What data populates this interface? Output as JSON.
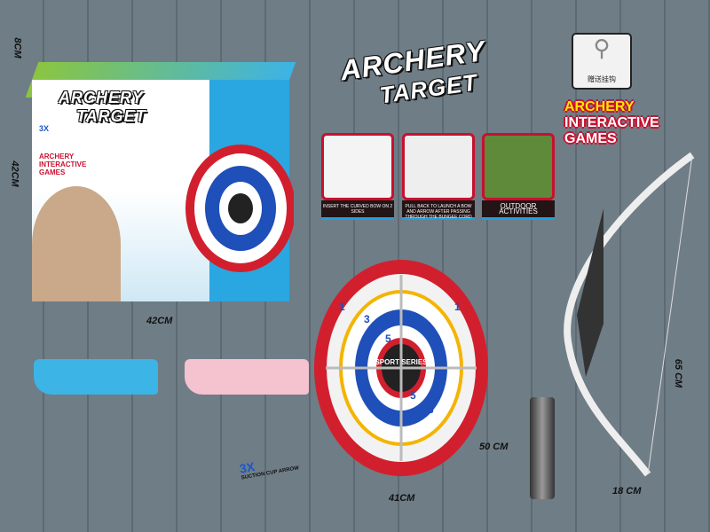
{
  "logo": {
    "line1": "ARCHERY",
    "line2": "TARGET"
  },
  "tagline": {
    "line1": "ARCHERY",
    "line2": "INTERACTIVE",
    "line3": "GAMES"
  },
  "hook_label": "赠送挂钩",
  "panels": [
    {
      "caption": "INSERT THE CURVED BOW ON 2 SIDES"
    },
    {
      "caption": "PULL BACK TO LAUNCH A BOW AND ARROW AFTER PASSING THROUGH THE BUNGEE CORD"
    },
    {
      "caption": "OUTDOOR ACTIVITIES"
    }
  ],
  "box": {
    "logo1": "ARCHERY",
    "logo2": "TARGET",
    "tag1": "ARCHERY",
    "tag2": "INTERACTIVE",
    "tag3": "GAMES",
    "badge": "3X"
  },
  "target": {
    "center": "SPORT SERIES",
    "scores": [
      "1",
      "3",
      "5",
      "5",
      "3",
      "1"
    ]
  },
  "badge": {
    "count": "3X",
    "text": "SUCTION CUP ARROW"
  },
  "dimensions": {
    "box_depth": "8CM",
    "box_height": "42CM",
    "box_width": "42CM",
    "target_width": "41CM",
    "quiver_height": "50 CM",
    "bow_height": "65 CM",
    "bow_width": "18 CM"
  },
  "colors": {
    "background": "#6f7d86",
    "accent_red": "#c8102e",
    "accent_blue": "#1da1e0",
    "yellow": "#ffe600"
  }
}
